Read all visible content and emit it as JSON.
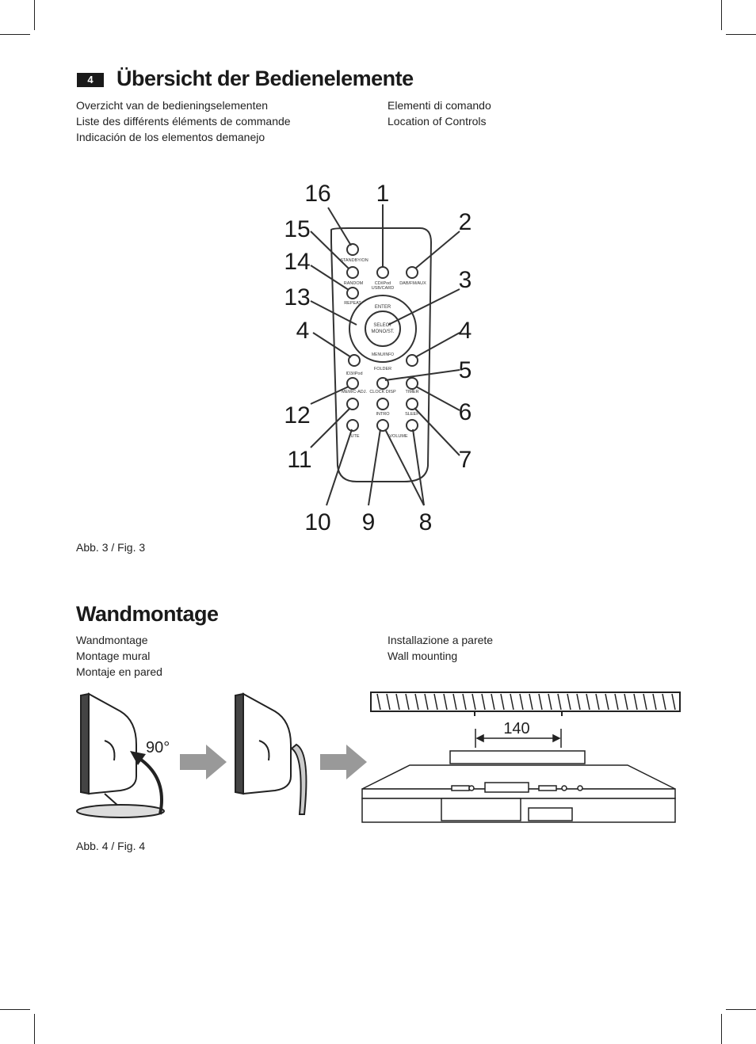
{
  "page_number": "4",
  "section1": {
    "title": "Übersicht der Bedienelemente",
    "subtitles_left": [
      "Overzicht van de bedieningselementen",
      "Liste des différents éléments de commande",
      "Indicación de los elementos demanejo"
    ],
    "subtitles_right": [
      "Elementi di comando",
      "Location of Controls"
    ],
    "callouts": [
      "16",
      "1",
      "15",
      "2",
      "14",
      "3",
      "13",
      "4",
      "4",
      "5",
      "12",
      "6",
      "11",
      "7",
      "10",
      "9",
      "8"
    ],
    "remote_labels": {
      "standby": "STANDBY/ON",
      "cd_ipod": "CD/iPod",
      "usb_card": "USB/CARD",
      "dab": "DAB/FM/AUX",
      "random": "RANDOM",
      "repeat": "REPEAT",
      "enter": "ENTER",
      "select": "SELECT",
      "mono": "MONO/ST.",
      "menu_info": "MENU/INFO",
      "folder": "FOLDER",
      "id3": "ID3/iPod",
      "mem": "MEM/C-ADJ.",
      "clock": "CLOCK DISP",
      "timer": "TIMER",
      "intro": "INTRO",
      "sleep": "SLEEP",
      "mute": "UTE",
      "volume": "VOLUME"
    },
    "caption": "Abb. 3 / Fig. 3"
  },
  "section2": {
    "title": "Wandmontage",
    "subtitles_left": [
      "Wandmontage",
      "Montage mural",
      "Montaje en pared"
    ],
    "subtitles_right": [
      "Installazione a parete",
      "Wall mounting"
    ],
    "angle_label": "90°",
    "dimension_label": "140",
    "caption": "Abb. 4 / Fig. 4"
  }
}
